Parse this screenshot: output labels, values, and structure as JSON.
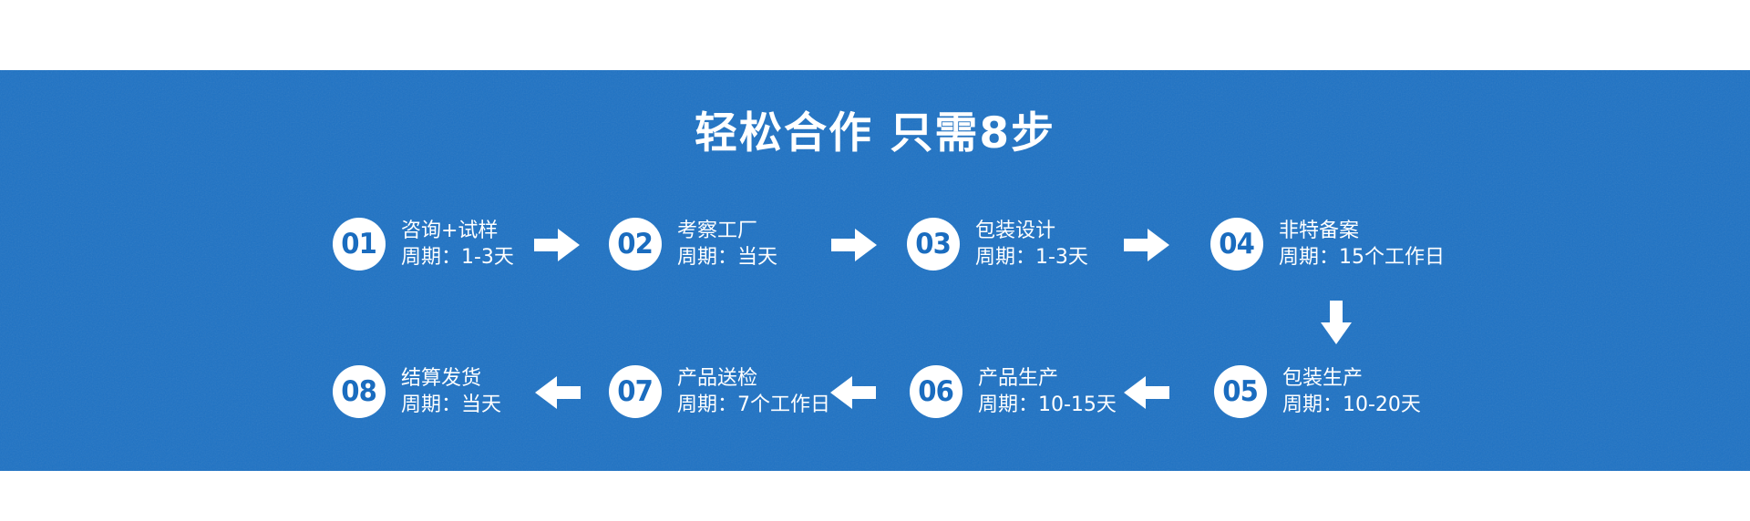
{
  "colors": {
    "section_background_blue": "#1e72c4",
    "step_number_blue": "#1a6cbf",
    "text_white": "#ffffff",
    "page_background": "#ffffff"
  },
  "header": {
    "title": "轻松合作 只需8步"
  },
  "steps": [
    {
      "number": "01",
      "name": "咨询+试样",
      "cycle": "周期：1-3天"
    },
    {
      "number": "02",
      "name": "考察工厂",
      "cycle": "周期：当天"
    },
    {
      "number": "03",
      "name": "包装设计",
      "cycle": "周期：1-3天"
    },
    {
      "number": "04",
      "name": "非特备案",
      "cycle": "周期：15个工作日"
    },
    {
      "number": "05",
      "name": "包装生产",
      "cycle": "周期：10-20天"
    },
    {
      "number": "06",
      "name": "产品生产",
      "cycle": "周期：10-15天"
    },
    {
      "number": "07",
      "name": "产品送检",
      "cycle": "周期：7个工作日"
    },
    {
      "number": "08",
      "name": "结算发货",
      "cycle": "周期：当天"
    }
  ],
  "icons": {
    "arrow_right": "➡",
    "arrow_left": "⬅",
    "arrow_down": "⬇"
  }
}
